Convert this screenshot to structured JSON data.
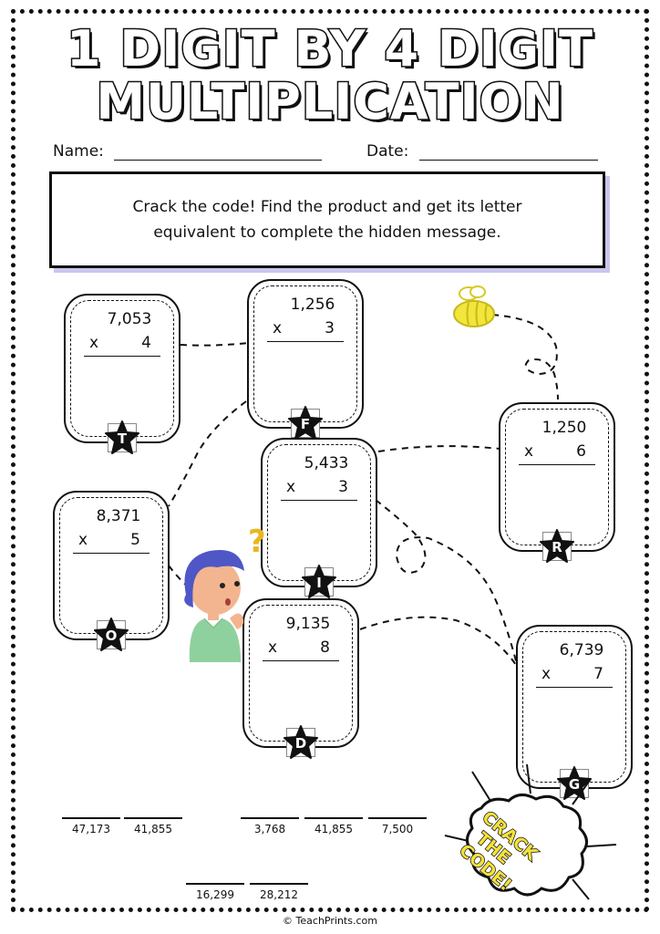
{
  "title_line1": "1 DIGIT BY 4 DIGIT",
  "title_line2": "MULTIPLICATION",
  "name_label": "Name:",
  "date_label": "Date:",
  "instructions_line1": "Crack the code! Find the product and get its letter",
  "instructions_line2": "equivalent to complete the hidden message.",
  "cards": [
    {
      "id": "T",
      "top": "7,053",
      "multiplier": "4",
      "letter": "T",
      "x_mark": "x"
    },
    {
      "id": "F",
      "top": "1,256",
      "multiplier": "3",
      "letter": "F",
      "x_mark": "x"
    },
    {
      "id": "O",
      "top": "8,371",
      "multiplier": "5",
      "letter": "O",
      "x_mark": "x"
    },
    {
      "id": "I",
      "top": "5,433",
      "multiplier": "3",
      "letter": "I",
      "x_mark": "x"
    },
    {
      "id": "R",
      "top": "1,250",
      "multiplier": "6",
      "letter": "R",
      "x_mark": "x"
    },
    {
      "id": "D",
      "top": "9,135",
      "multiplier": "8",
      "letter": "D",
      "x_mark": "x"
    },
    {
      "id": "G",
      "top": "6,739",
      "multiplier": "7",
      "letter": "G",
      "x_mark": "x"
    }
  ],
  "answers_row1": [
    "47,173",
    "41,855",
    "3,768",
    "41,855",
    "7,500"
  ],
  "answers_row2": [
    "16,299",
    "28,212"
  ],
  "badge_line1": "CRACK",
  "badge_line2": "THE",
  "badge_line3": "CODE!",
  "question_mark": "?",
  "footer": "© TeachPrints.com",
  "colors": {
    "accent_shadow": "#c9c6ef",
    "badge_yellow": "#f4e23a",
    "bee_yellow": "#f2e63c",
    "shirt_green": "#8fd19e",
    "hair_blue": "#4f56c6",
    "question_gold": "#e9b721"
  }
}
